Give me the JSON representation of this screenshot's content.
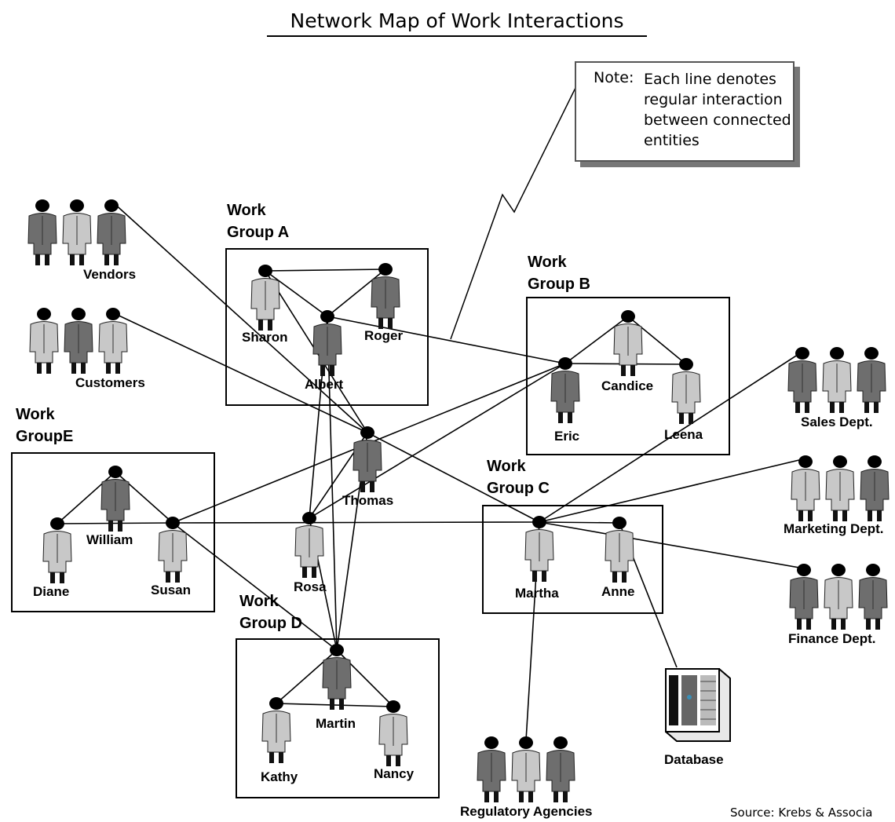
{
  "title": "Network Map of Work Interactions",
  "note": {
    "label": "Note:",
    "text": "Each line denotes regular interaction between connected entities"
  },
  "groups": [
    {
      "id": "A",
      "label": "Work\nGroup A"
    },
    {
      "id": "B",
      "label": "Work\nGroup B"
    },
    {
      "id": "C",
      "label": "Work\nGroup C"
    },
    {
      "id": "D",
      "label": "Work\nGroup D"
    },
    {
      "id": "E",
      "label": "Work\nGroupE"
    }
  ],
  "people": [
    {
      "id": "sharon",
      "name": "Sharon"
    },
    {
      "id": "roger",
      "name": "Roger"
    },
    {
      "id": "albert",
      "name": "Albert"
    },
    {
      "id": "eric",
      "name": "Eric"
    },
    {
      "id": "candice",
      "name": "Candice"
    },
    {
      "id": "leena",
      "name": "Leena"
    },
    {
      "id": "thomas",
      "name": "Thomas"
    },
    {
      "id": "william",
      "name": "William"
    },
    {
      "id": "diane",
      "name": "Diane"
    },
    {
      "id": "susan",
      "name": "Susan"
    },
    {
      "id": "rosa",
      "name": "Rosa"
    },
    {
      "id": "martha",
      "name": "Martha"
    },
    {
      "id": "anne",
      "name": "Anne"
    },
    {
      "id": "martin",
      "name": "Martin"
    },
    {
      "id": "kathy",
      "name": "Kathy"
    },
    {
      "id": "nancy",
      "name": "Nancy"
    }
  ],
  "external": [
    {
      "id": "vendors",
      "name": "Vendors"
    },
    {
      "id": "customers",
      "name": "Customers"
    },
    {
      "id": "sales",
      "name": "Sales Dept."
    },
    {
      "id": "marketing",
      "name": "Marketing Dept."
    },
    {
      "id": "finance",
      "name": "Finance Dept."
    },
    {
      "id": "regulatory",
      "name": "Regulatory Agencies"
    },
    {
      "id": "database",
      "name": "Database"
    }
  ],
  "connections": [
    [
      "sharon",
      "roger"
    ],
    [
      "sharon",
      "albert"
    ],
    [
      "roger",
      "albert"
    ],
    [
      "albert",
      "eric"
    ],
    [
      "eric",
      "candice"
    ],
    [
      "candice",
      "leena"
    ],
    [
      "eric",
      "leena"
    ],
    [
      "vendors",
      "thomas"
    ],
    [
      "customers",
      "thomas"
    ],
    [
      "sharon",
      "thomas"
    ],
    [
      "albert",
      "rosa"
    ],
    [
      "albert",
      "martin"
    ],
    [
      "thomas",
      "rosa"
    ],
    [
      "thomas",
      "martin"
    ],
    [
      "thomas",
      "martha"
    ],
    [
      "susan",
      "eric"
    ],
    [
      "rosa",
      "eric"
    ],
    [
      "sales",
      "martha"
    ],
    [
      "william",
      "diane"
    ],
    [
      "william",
      "susan"
    ],
    [
      "diane",
      "susan"
    ],
    [
      "susan",
      "martha"
    ],
    [
      "susan",
      "martin"
    ],
    [
      "rosa",
      "martin"
    ],
    [
      "martha",
      "anne"
    ],
    [
      "marketing",
      "martha"
    ],
    [
      "finance",
      "martha"
    ],
    [
      "martha",
      "regulatory"
    ],
    [
      "anne",
      "database"
    ],
    [
      "martin",
      "kathy"
    ],
    [
      "martin",
      "nancy"
    ],
    [
      "kathy",
      "nancy"
    ]
  ],
  "source": "Source: Krebs & Associa",
  "colors": {
    "light_figure": "#c8c8c8",
    "dark_figure": "#6e6e6e",
    "head": "#000000",
    "line": "#000000"
  }
}
